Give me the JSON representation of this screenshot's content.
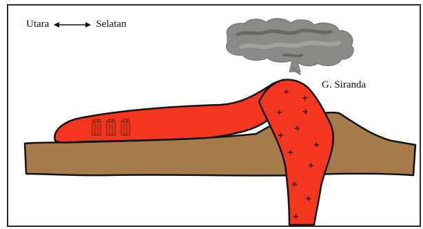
{
  "direction": {
    "left_label": "Utara",
    "right_label": "Selatan",
    "arrow_icon": "double-headed-arrow-icon"
  },
  "volcano": {
    "name": "G. Siranda"
  },
  "colors": {
    "lava": "#f2361f",
    "ground": "#a67b4b",
    "ash_cloud": "#8a8a86",
    "outline": "#111111",
    "frame": "#2a2a2a"
  }
}
